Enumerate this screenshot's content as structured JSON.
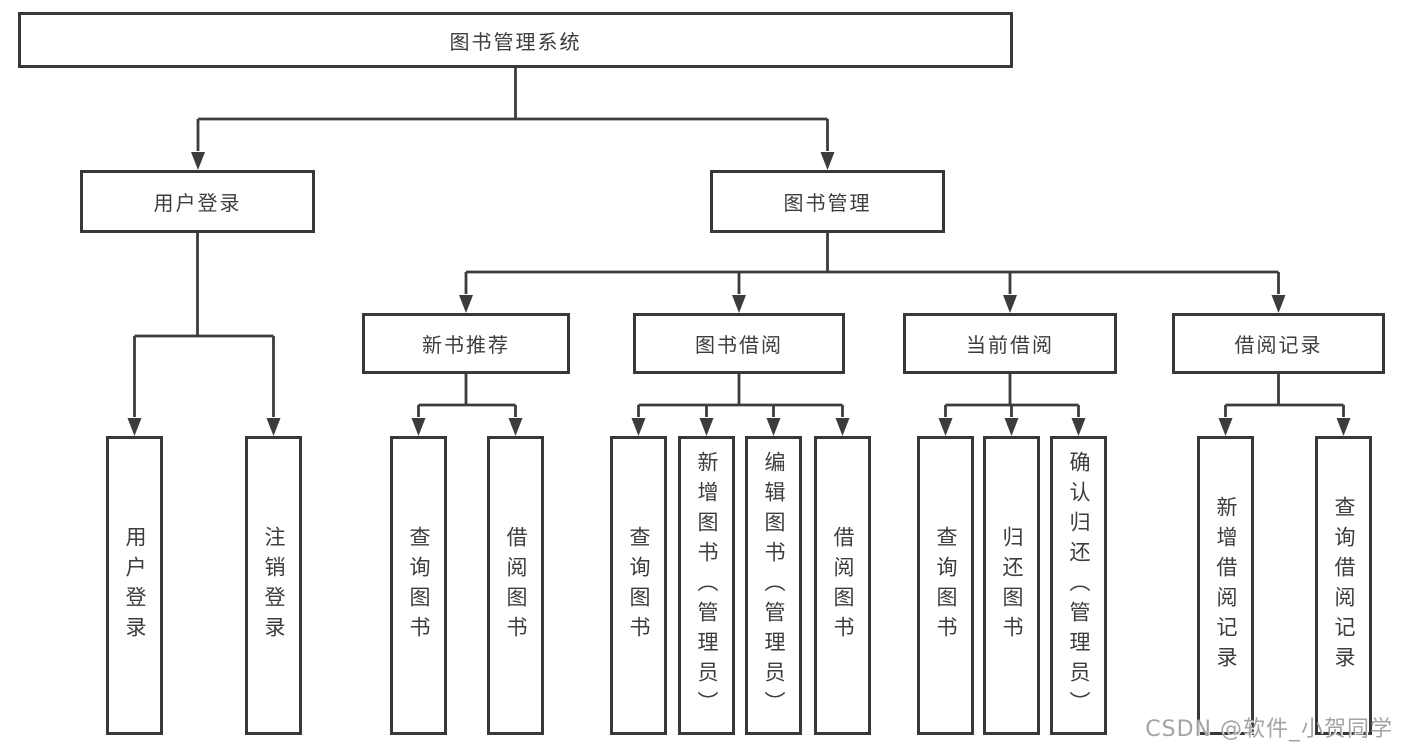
{
  "tree": {
    "root": {
      "label": "图书管理系统"
    },
    "branches": [
      {
        "label": "用户登录",
        "children": [
          {
            "label": "用户登录"
          },
          {
            "label": "注销登录"
          }
        ]
      },
      {
        "label": "图书管理",
        "groups": [
          {
            "label": "新书推荐",
            "children": [
              {
                "label": "查询图书"
              },
              {
                "label": "借阅图书"
              }
            ]
          },
          {
            "label": "图书借阅",
            "children": [
              {
                "label": "查询图书"
              },
              {
                "label": "新增图书（管理员）"
              },
              {
                "label": "编辑图书（管理员）"
              },
              {
                "label": "借阅图书"
              }
            ]
          },
          {
            "label": "当前借阅",
            "children": [
              {
                "label": "查询图书"
              },
              {
                "label": "归还图书"
              },
              {
                "label": "确认归还（管理员）"
              }
            ]
          },
          {
            "label": "借阅记录",
            "children": [
              {
                "label": "新增借阅记录"
              },
              {
                "label": "查询借阅记录"
              }
            ]
          }
        ]
      }
    ]
  },
  "watermark": {
    "text": "CSDN @软件_小贺同学"
  },
  "colors": {
    "line": "#3c3c3c",
    "box_border": "#383838",
    "box_fill": "#ffffff",
    "text": "#3d3d3d",
    "watermark": "#9e9e9e"
  }
}
